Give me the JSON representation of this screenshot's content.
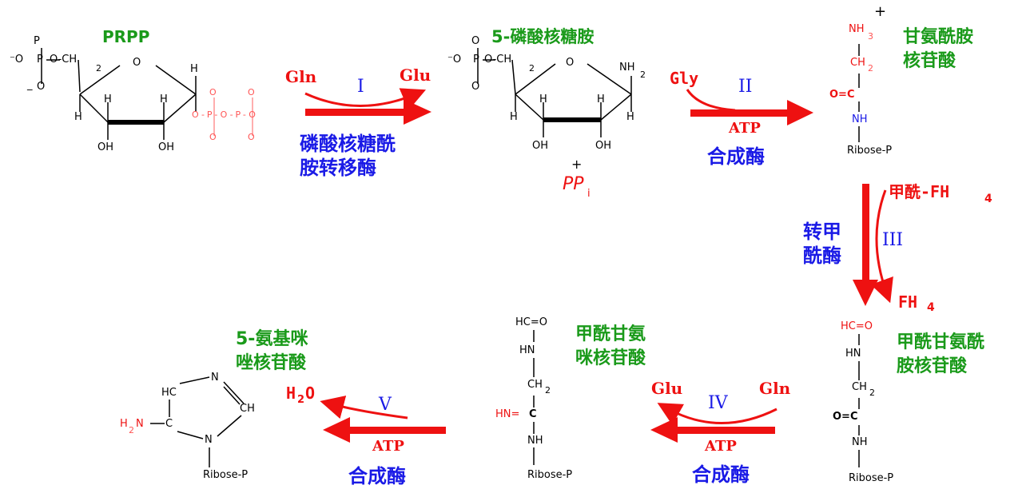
{
  "colors": {
    "arrow": "#ee1111",
    "enzyme": "#1a1ae6",
    "compound": "#1a9a1a",
    "atom_black": "#000000",
    "atom_red": "#ee1111"
  },
  "compounds": {
    "prpp": "PRPP",
    "phosphoribosylamine": "5-磷酸核糖胺",
    "gar_line1": "甘氨酰胺",
    "gar_line2": "核苷酸",
    "fgar_line1": "甲酰甘氨酰",
    "fgar_line2": "胺核苷酸",
    "fgam_line1": "甲酰甘氨",
    "fgam_line2": "咪核苷酸",
    "air_line1": "5-氨基咪",
    "air_line2": "唑核苷酸"
  },
  "steps": {
    "s1": {
      "roman": "I",
      "in": "Gln",
      "out": "Glu",
      "enzyme_line1": "磷酸核糖酰",
      "enzyme_line2": "胺转移酶",
      "byproduct_plus": "+",
      "byproduct": "PP",
      "byproduct_sub": "i"
    },
    "s2": {
      "roman": "II",
      "in": "Gly",
      "cofactor": "ATP",
      "enzyme": "合成酶"
    },
    "s3": {
      "roman": "III",
      "in": "甲酰-FH",
      "in_sub": "4",
      "out": "FH",
      "out_sub": "4",
      "enzyme_line1": "转甲",
      "enzyme_line2": "酰酶"
    },
    "s4": {
      "roman": "IV",
      "in": "Gln",
      "out": "Glu",
      "cofactor": "ATP",
      "enzyme": "合成酶"
    },
    "s5": {
      "roman": "V",
      "out": "H",
      "out_sub": "2",
      "out_tail": "O",
      "cofactor": "ATP",
      "enzyme": "合成酶"
    }
  },
  "atoms": {
    "prpp": {
      "o_minus": "⁻O",
      "p": "P",
      "o": "O",
      "o_minus_bottom": "O",
      "minus": "_",
      "o_ch2": "O-CH",
      "ch2_sub": "2",
      "ring_o": "O",
      "h": "H",
      "oh": "OH",
      "pp_chain": "O-P-O-P-O",
      "pp_o": "O",
      "pp_ominus": "O"
    },
    "ra": {
      "nh2": "NH",
      "nh2_sub": "2",
      "o_ch2": "O-CH",
      "ch2_sub": "2",
      "ring_o": "O",
      "h": "H",
      "oh": "OH",
      "o": "O",
      "p": "P",
      "o_minus": "⁻O"
    },
    "gar": {
      "nh3": "NH",
      "nh3_sub": "3",
      "plus": "+",
      "ch2": "CH",
      "ch2_sub": "2",
      "co": "O=C",
      "nh": "NH",
      "ribose": "Ribose-P"
    },
    "fgar": {
      "hco": "HC=O",
      "hn": "HN",
      "ch2": "CH",
      "ch2_sub": "2",
      "co": "O=C",
      "nh": "NH",
      "ribose": "Ribose-P"
    },
    "fgam": {
      "hco": "HC=O",
      "hn": "HN",
      "ch2": "CH",
      "ch2_sub": "2",
      "hn_eq": "HN=",
      "c": "C",
      "nh": "NH",
      "ribose": "Ribose-P"
    },
    "air": {
      "hc": "HC",
      "n": "N",
      "ch": "CH",
      "c": "C",
      "h2n": "H",
      "h2n_sub": "2",
      "h2n_tail": "N",
      "n_bottom": "N",
      "ribose": "Ribose-P"
    }
  }
}
